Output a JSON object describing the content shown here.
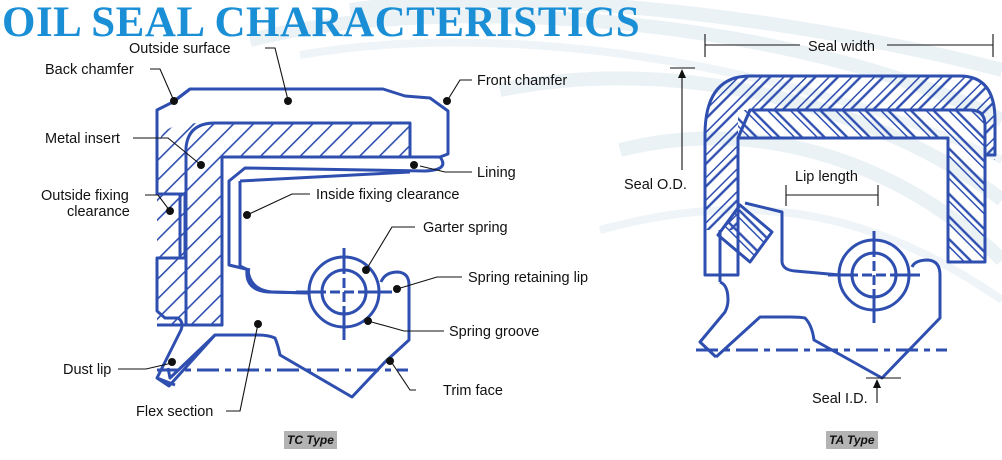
{
  "title": "OIL SEAL CHARACTERISTICS",
  "colors": {
    "title": "#1a8fd6",
    "drawing": "#2f4fb0",
    "caption_bg": "#b3b3b3",
    "label_text": "#111111"
  },
  "tc_diagram": {
    "caption": "TC Type",
    "labels": {
      "outside_surface": "Outside surface",
      "back_chamfer": "Back chamfer",
      "front_chamfer": "Front chamfer",
      "metal_insert": "Metal insert",
      "lining": "Lining",
      "outside_fixing_clearance_1": "Outside fixing",
      "outside_fixing_clearance_2": "clearance",
      "inside_fixing_clearance": "Inside fixing clearance",
      "garter_spring": "Garter spring",
      "spring_retaining_lip": "Spring retaining lip",
      "spring_groove": "Spring groove",
      "dust_lip": "Dust lip",
      "trim_face": "Trim face",
      "flex_section": "Flex section"
    }
  },
  "ta_diagram": {
    "caption": "TA Type",
    "labels": {
      "seal_width": "Seal width",
      "seal_od": "Seal O.D.",
      "lip_length": "Lip length",
      "seal_id": "Seal I.D."
    }
  }
}
